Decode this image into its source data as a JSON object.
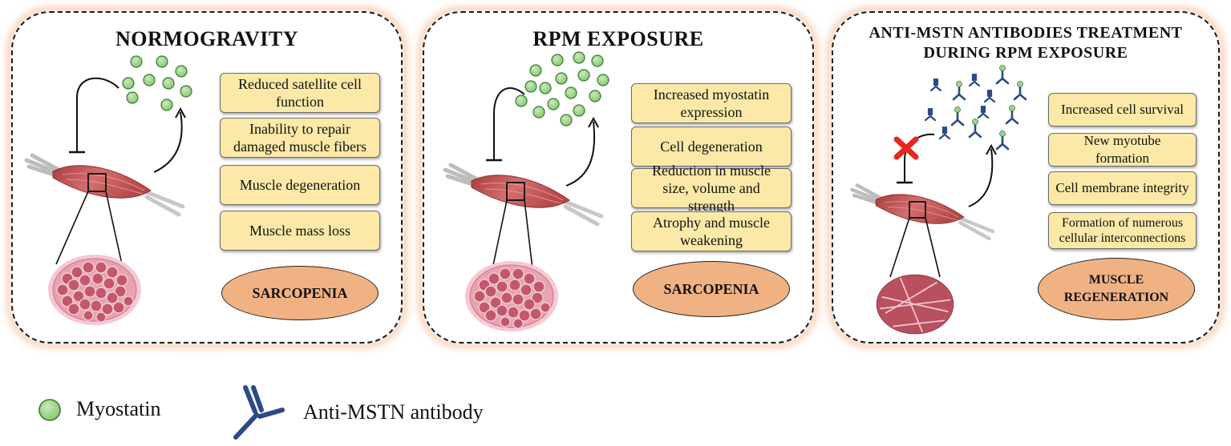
{
  "panels": [
    {
      "title": "NORMOGRAVITY",
      "effects": [
        "Reduced satellite cell function",
        "Inability to repair damaged muscle fibers",
        "Muscle degeneration",
        "Muscle mass loss"
      ],
      "outcome": "SARCOPENIA"
    },
    {
      "title": "RPM EXPOSURE",
      "effects": [
        "Increased myostatin expression",
        "Cell degeneration",
        "Reduction in muscle size, volume and strength",
        "Atrophy and muscle weakening"
      ],
      "outcome": "SARCOPENIA"
    },
    {
      "title_line1": "ANTI-MSTN ANTIBODIES TREATMENT",
      "title_line2": "DURING RPM EXPOSURE",
      "effects": [
        "Increased cell survival",
        "New myotube formation",
        "Cell membrane integrity",
        "Formation of numerous cellular interconnections"
      ],
      "outcome_line1": "MUSCLE",
      "outcome_line2": "REGENERATION"
    }
  ],
  "legend": {
    "myostatin": "Myostatin",
    "antibody": "Anti-MSTN antibody"
  },
  "colors": {
    "myostatin_fill": "#9fd38d",
    "antibody": "#2b4a86",
    "effect_box": "#fce9a8",
    "outcome_oval": "#f1b283",
    "muscle": "#c65a5a",
    "inhibition_cross": "#e8271d"
  }
}
